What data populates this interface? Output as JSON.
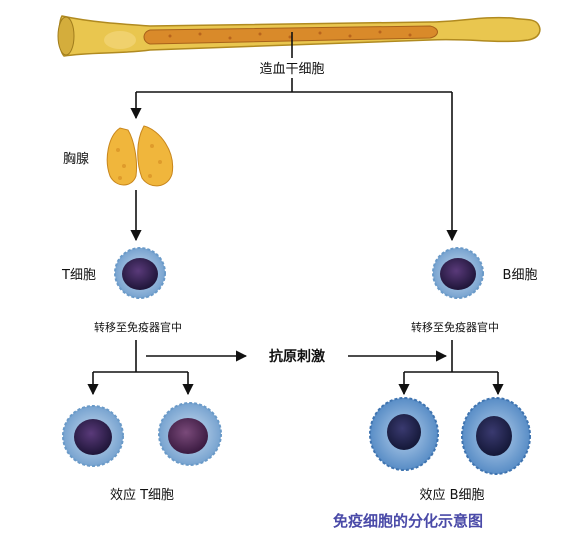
{
  "labels": {
    "stem_cell": "造血干细胞",
    "thymus": "胸腺",
    "t_cell": "T细胞",
    "b_cell": "B细胞",
    "transfer_left": "转移至免疫器官中",
    "transfer_right": "转移至免疫器官中",
    "antigen": "抗原刺激",
    "effector_t": "效应 T细胞",
    "effector_b": "效应 B细胞",
    "caption": "免疫细胞的分化示意图"
  },
  "colors": {
    "bone": "#e9c64f",
    "marrow": "#d98a2a",
    "thymus": "#f0b63c",
    "t_cytoplasm": "#a9c7e6",
    "t_nucleus": "#2a1f52",
    "effector_t_nucleus": "#4a2450",
    "b_cytoplasm": "#8db8e0",
    "b_nucleus": "#1f2450",
    "caption": "#4a4aa8",
    "arrow": "#111111"
  }
}
